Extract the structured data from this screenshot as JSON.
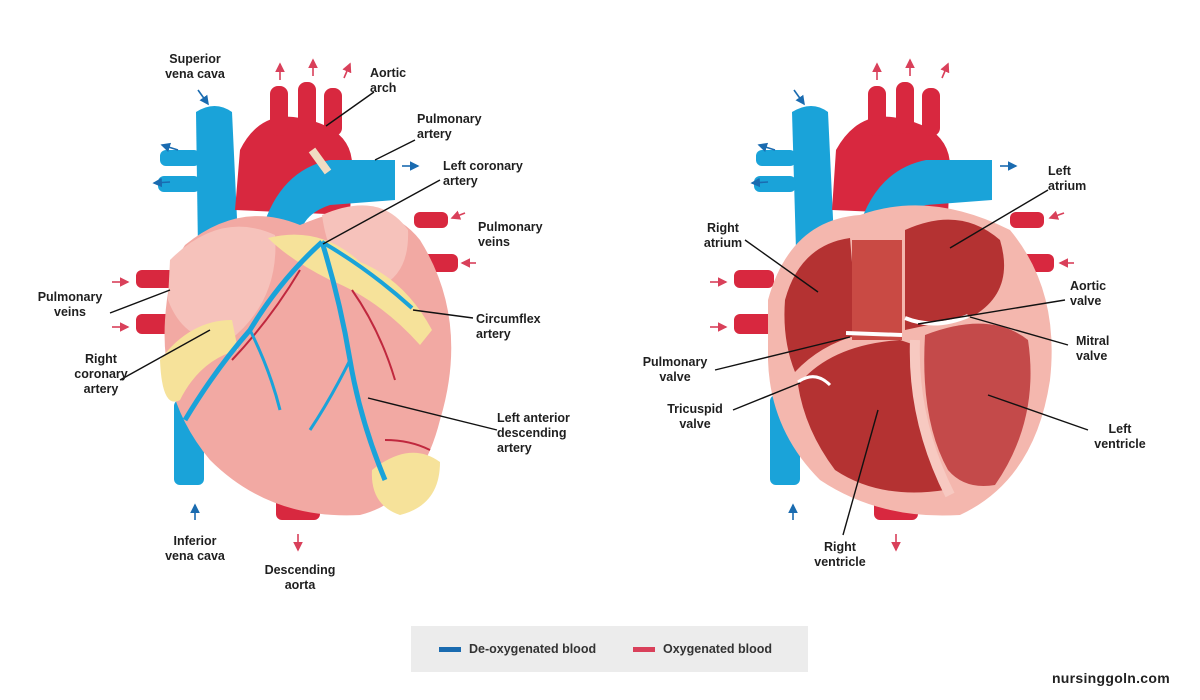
{
  "colors": {
    "deoxygenated": "#1a6bb0",
    "oxygenated": "#d9405a",
    "vein_blue": "#1aa3d9",
    "artery_red": "#d8283f",
    "heart_pink": "#f2a9a3",
    "fat_yellow": "#f6e29a",
    "chamber": "#b43232",
    "legend_bg": "#ececec"
  },
  "left_diagram": {
    "labels": {
      "superior_vena_cava": "Superior\nvena cava",
      "aortic_arch": "Aortic\narch",
      "pulmonary_artery": "Pulmonary\nartery",
      "left_coronary_artery": "Left coronary\nartery",
      "pulmonary_veins_right": "Pulmonary\nveins",
      "pulmonary_veins_left": "Pulmonary\nveins",
      "circumflex_artery": "Circumflex\nartery",
      "right_coronary_artery": "Right\ncoronary\nartery",
      "left_anterior_descending_artery": "Left anterior\ndescending\nartery",
      "inferior_vena_cava": "Inferior\nvena cava",
      "descending_aorta": "Descending\naorta"
    }
  },
  "right_diagram": {
    "labels": {
      "left_atrium": "Left\natrium",
      "right_atrium": "Right\natrium",
      "aortic_valve": "Aortic\nvalve",
      "mitral_valve": "Mitral\nvalve",
      "pulmonary_valve": "Pulmonary\nvalve",
      "tricuspid_valve": "Tricuspid\nvalve",
      "left_ventricle": "Left\nventricle",
      "right_ventricle": "Right\nventricle"
    }
  },
  "legend": {
    "deoxygenated": "De-oxygenated blood",
    "oxygenated": "Oxygenated blood"
  },
  "watermark": "nursinggoln.com"
}
